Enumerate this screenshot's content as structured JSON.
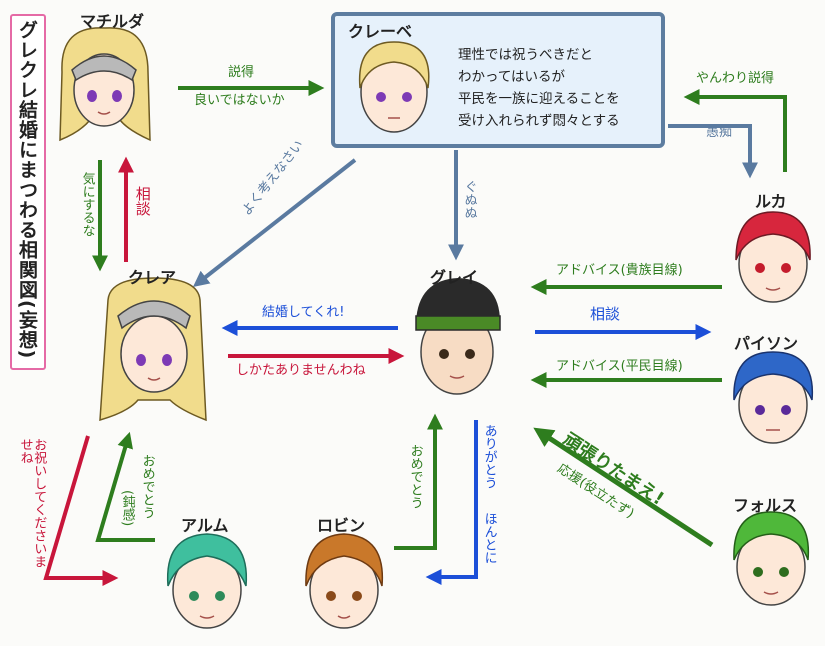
{
  "title": "グレクレ結婚にまつわる相関図(妄想)",
  "characters": {
    "mathilda": "マチルダ",
    "cleve": "クレーベ",
    "clair": "クレア",
    "gray": "グレイ",
    "luka": "ルカ",
    "python": "パイソン",
    "forsyth": "フォルス",
    "alm": "アルム",
    "robin": "ロビン"
  },
  "cleve_description": [
    "理性では祝うべきだと",
    "わかってはいるが",
    "平民を一族に迎えることを",
    "受け入れられず悶々とする"
  ],
  "relations": {
    "mathilda_to_cleve_1": "説得",
    "mathilda_to_cleve_2": "良いではないか",
    "luka_to_cleve": "やんわり説得",
    "cleve_to_luka": "愚痴",
    "cleve_to_clair": "よく考えなさい",
    "cleve_to_gray": "ぐぬぬ",
    "clair_to_mathilda": "相談",
    "mathilda_to_clair": "気にするな",
    "clair_to_gray": "結婚してくれ!",
    "gray_to_clair": "しかたありませんわね",
    "luka_to_gray": "アドバイス(貴族目線)",
    "gray_to_lp": "相談",
    "python_to_gray": "アドバイス(平民目線)",
    "forsyth_to_gray_1": "頑張りたまえ!",
    "forsyth_to_gray_2": "応援(役立たず)",
    "clair_to_alm": "お祝いしてくださいませね",
    "alm_to_clair_1": "おめでとう",
    "alm_to_clair_2": "(鈍感)",
    "robin_to_gray": "おめでとう",
    "gray_to_robin_1": "ありがとう",
    "gray_to_robin_2": "ほんとに"
  },
  "colors": {
    "green": "#2e7d1e",
    "red": "#c8163b",
    "blue": "#1c4fd8",
    "steel": "#5a7aa0",
    "box_border": "#5d7da0",
    "box_fill": "#e6f1fb",
    "title_border": "#e56aa6"
  }
}
